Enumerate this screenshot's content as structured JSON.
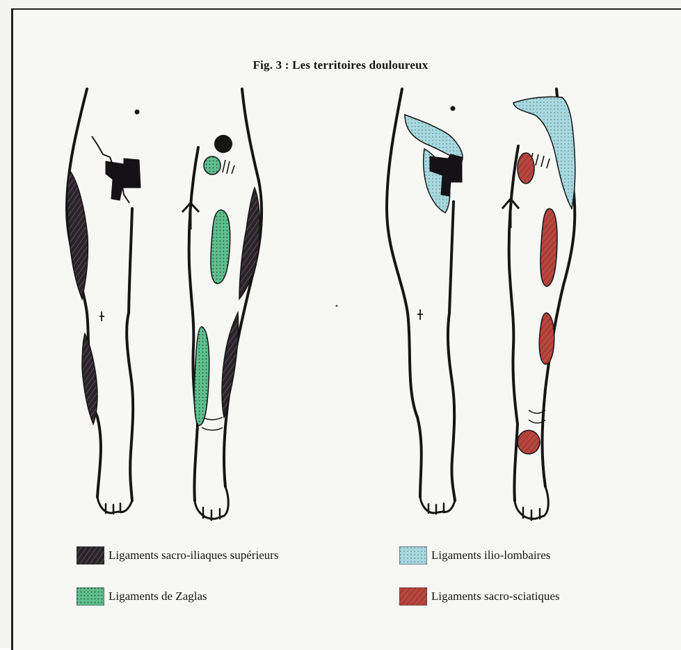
{
  "figure": {
    "title": "Fig. 3 : Les territoires douloureux"
  },
  "legend": [
    {
      "label": "Ligaments sacro-iliaques supérieurs",
      "pattern": "dark-hatch",
      "color": "#2a2428"
    },
    {
      "label": "Ligaments ilio-lombaires",
      "pattern": "light-blue-dots",
      "color": "#a9d9e0"
    },
    {
      "label": "Ligaments de Zaglas",
      "pattern": "green-dots",
      "color": "#5fbf8e"
    },
    {
      "label": "Ligaments sacro-sciatiques",
      "pattern": "red-hatch",
      "color": "#b9473f"
    }
  ],
  "colors": {
    "outline": "#151515",
    "dark_zone": "#2a2428",
    "green_zone": "#5fbf8e",
    "blue_zone": "#a9d9e0",
    "red_zone": "#b9473f"
  }
}
